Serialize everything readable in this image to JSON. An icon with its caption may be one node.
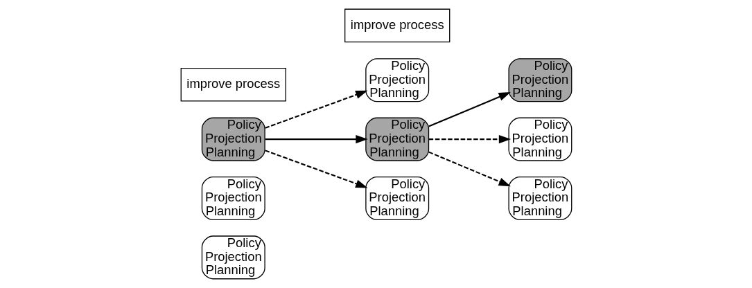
{
  "diagram": {
    "nodes": [
      {
        "text": [
          "Policy",
          "Projection",
          "Planning"
        ]
      },
      {
        "text": [
          "Policy",
          "Projection",
          "Planning"
        ]
      },
      {
        "text": [
          "Policy",
          "Projection",
          "Planning"
        ]
      },
      {
        "text": [
          "improve process"
        ]
      },
      {
        "text": [
          "Policy",
          "Projection",
          "Planning"
        ]
      },
      {
        "text": [
          "Policy",
          "Projection",
          "Planning"
        ]
      },
      {
        "text": [
          "Policy",
          "Projection",
          "Planning"
        ]
      },
      {
        "text": [
          "improve process"
        ]
      },
      {
        "text": [
          "Policy",
          "Projection",
          "Planning"
        ]
      },
      {
        "text": [
          "Policy",
          "Projection",
          "Planning"
        ]
      },
      {
        "text": [
          "Policy",
          "Projection",
          "Planning"
        ]
      }
    ],
    "edges": [
      {
        "from": 2,
        "to": 4,
        "arrow": "to",
        "style": "dashed"
      },
      {
        "from": 2,
        "to": 5,
        "arrow": "to"
      },
      {
        "from": 2,
        "to": 6,
        "arrow": "to",
        "style": "dashed"
      },
      {
        "from": 5,
        "to": 8,
        "arrow": "to"
      },
      {
        "from": 5,
        "to": 9,
        "arrow": "to",
        "style": "dashed"
      },
      {
        "from": 5,
        "to": 10,
        "arrow": "to",
        "style": "dashed"
      }
    ]
  }
}
